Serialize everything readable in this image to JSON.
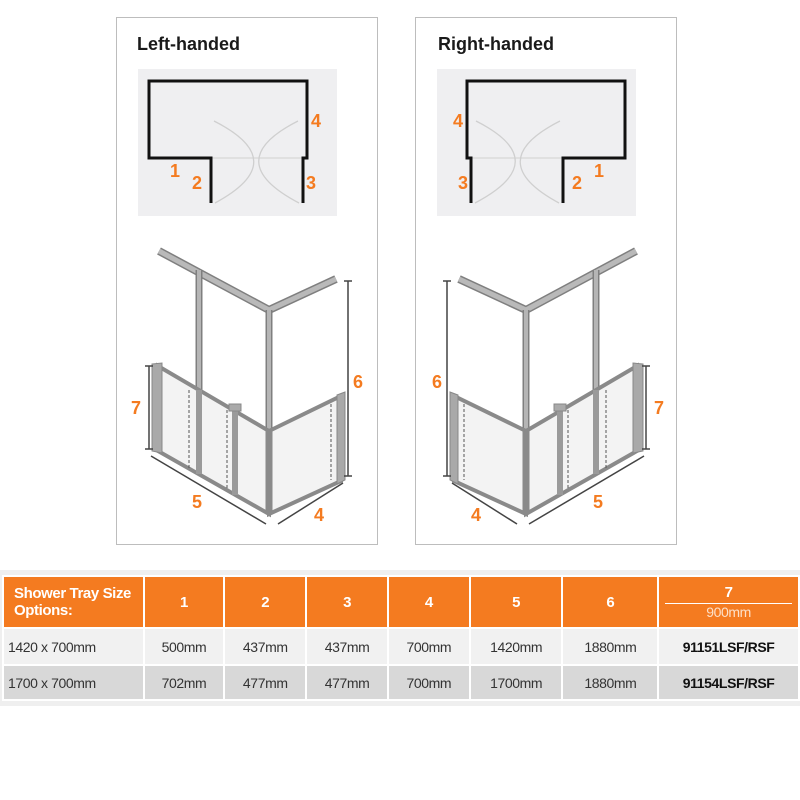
{
  "left_panel": {
    "title": "Left-handed",
    "plan_labels": {
      "one": "1",
      "two": "2",
      "three": "3",
      "four": "4"
    },
    "drawing_labels": {
      "four": "4",
      "five": "5",
      "six": "6",
      "seven": "7"
    }
  },
  "right_panel": {
    "title": "Right-handed",
    "plan_labels": {
      "one": "1",
      "two": "2",
      "three": "3",
      "four": "4"
    },
    "drawing_labels": {
      "four": "4",
      "five": "5",
      "six": "6",
      "seven": "7"
    }
  },
  "colors": {
    "accent": "#f47b20",
    "row_light": "#f1f1f1",
    "row_dark": "#d8d8d8"
  },
  "table": {
    "header": {
      "first": "Shower Tray Size Options:",
      "cols": [
        "1",
        "2",
        "3",
        "4",
        "5",
        "6"
      ],
      "last": "7",
      "last_sub": "900mm"
    },
    "rows": [
      {
        "size": "1420 x 700mm",
        "values": [
          "500mm",
          "437mm",
          "437mm",
          "700mm",
          "1420mm",
          "1880mm"
        ],
        "code": "91151LSF/RSF"
      },
      {
        "size": "1700 x 700mm",
        "values": [
          "702mm",
          "477mm",
          "477mm",
          "700mm",
          "1700mm",
          "1880mm"
        ],
        "code": "91154LSF/RSF"
      }
    ]
  }
}
